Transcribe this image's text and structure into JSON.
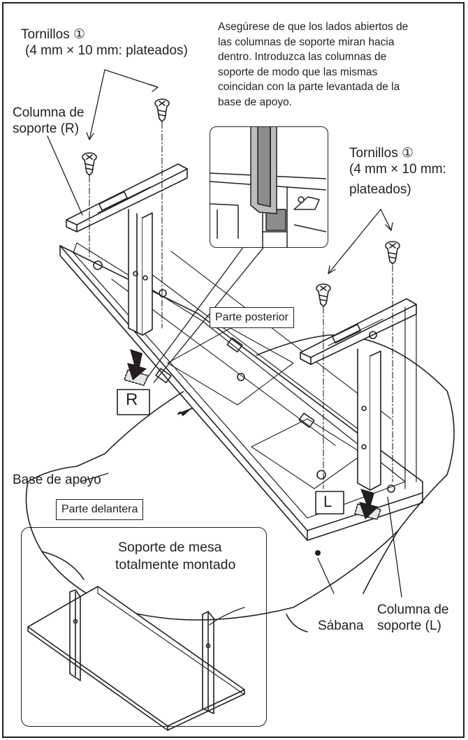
{
  "labels": {
    "screws_left_line1": "Tornillos ①",
    "screws_left_line2": "(4 mm × 10 mm: plateados)",
    "note_line1": "Asegúrese de que los lados abiertos de",
    "note_line2": "las columnas de soporte miran hacia",
    "note_line3": "dentro. Introduzca las columnas de",
    "note_line4": "soporte de modo que las mismas",
    "note_line5": "coincidan con la parte levantada de la",
    "note_line6": "base de apoyo.",
    "column_r_line1": "Columna de",
    "column_r_line2": "soporte (R)",
    "screws_right_line1": "Tornillos ①",
    "screws_right_line2": "(4 mm × 10 mm:",
    "screws_right_line3": "plateados)",
    "rear": "Parte posterior",
    "base": "Base de apoyo",
    "front": "Parte delantera",
    "assembled_line1": "Soporte de mesa",
    "assembled_line2": "totalmente montado",
    "column_l_line1": "Columna de",
    "column_l_line2": "soporte (L)",
    "sheet": "Sábana",
    "mark_r": "R",
    "mark_l": "L"
  }
}
